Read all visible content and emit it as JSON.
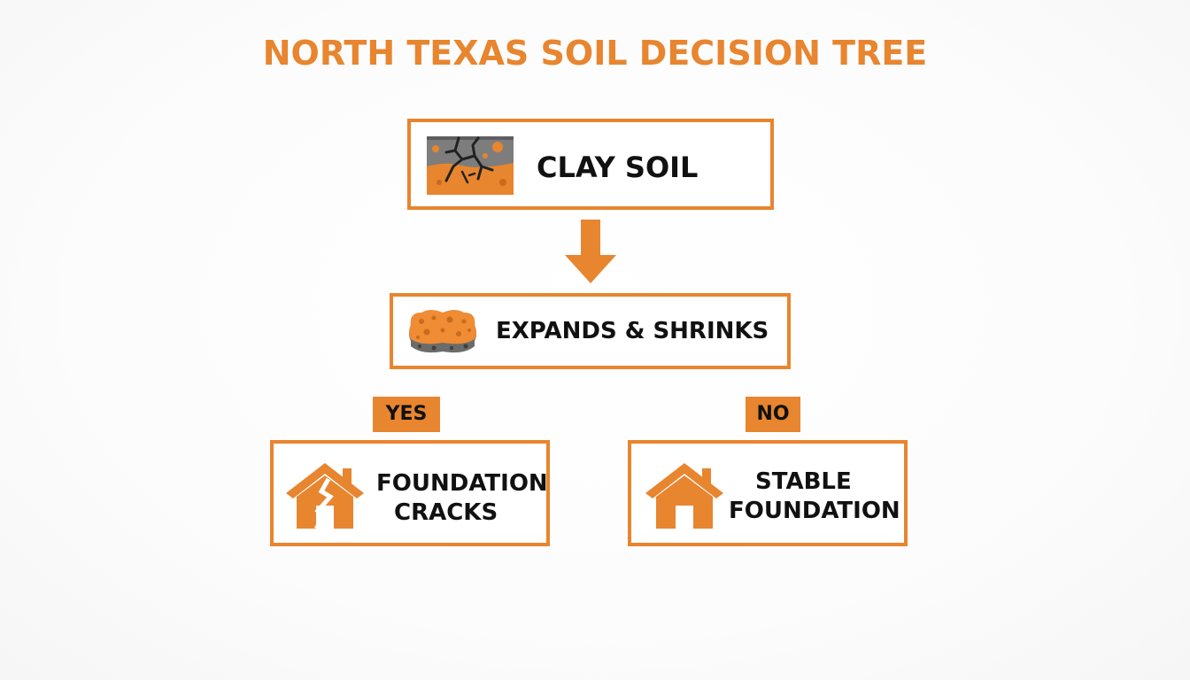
{
  "title": "NORTH TEXAS SOIL DECISION TREE",
  "nodes": {
    "clay_soil": {
      "label": "CLAY SOIL",
      "icon": "cracked-soil-icon"
    },
    "expands": {
      "label": "EXPANDS & SHRINKS",
      "icon": "sponge-icon"
    },
    "yes_outcome": {
      "line1": "FOUNDATION",
      "line2": "CRACKS",
      "icon": "cracked-house-icon"
    },
    "no_outcome": {
      "line1": "STABLE",
      "line2": "FOUNDATION",
      "icon": "house-icon"
    }
  },
  "branches": {
    "yes": "YES",
    "no": "NO"
  },
  "colors": {
    "accent": "#e8852f",
    "text": "#111111",
    "soil_gray": "#7d7d7d"
  }
}
